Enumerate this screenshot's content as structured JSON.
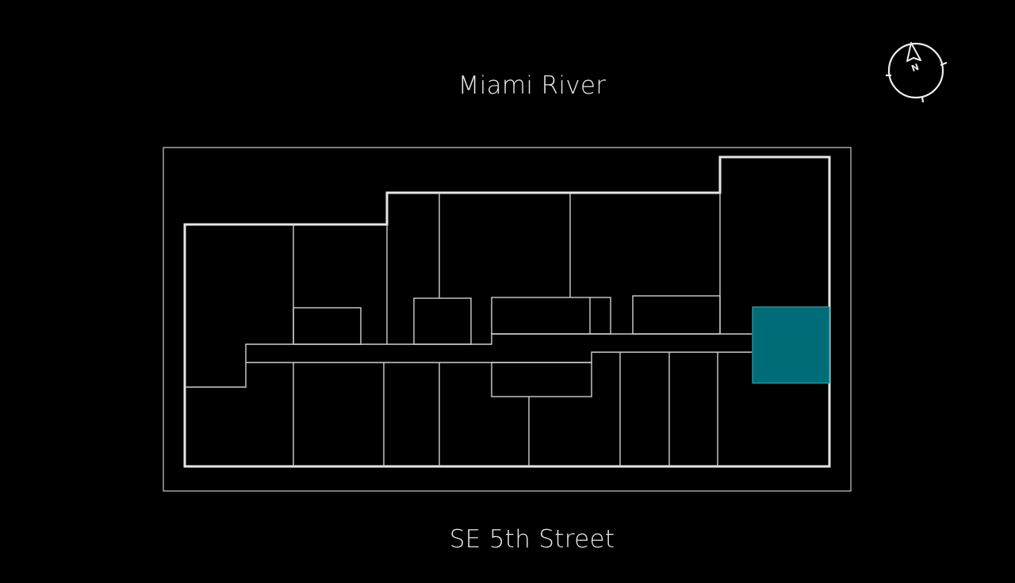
{
  "map": {
    "street_top": "Miami River",
    "street_bottom": "SE 5th Street",
    "highlighted_unit_color": "#006c78",
    "line_color": "#e6e6e6",
    "background_color": "#000000"
  },
  "compass": {
    "icon": "north-arrow-compass-icon",
    "label": "N"
  }
}
